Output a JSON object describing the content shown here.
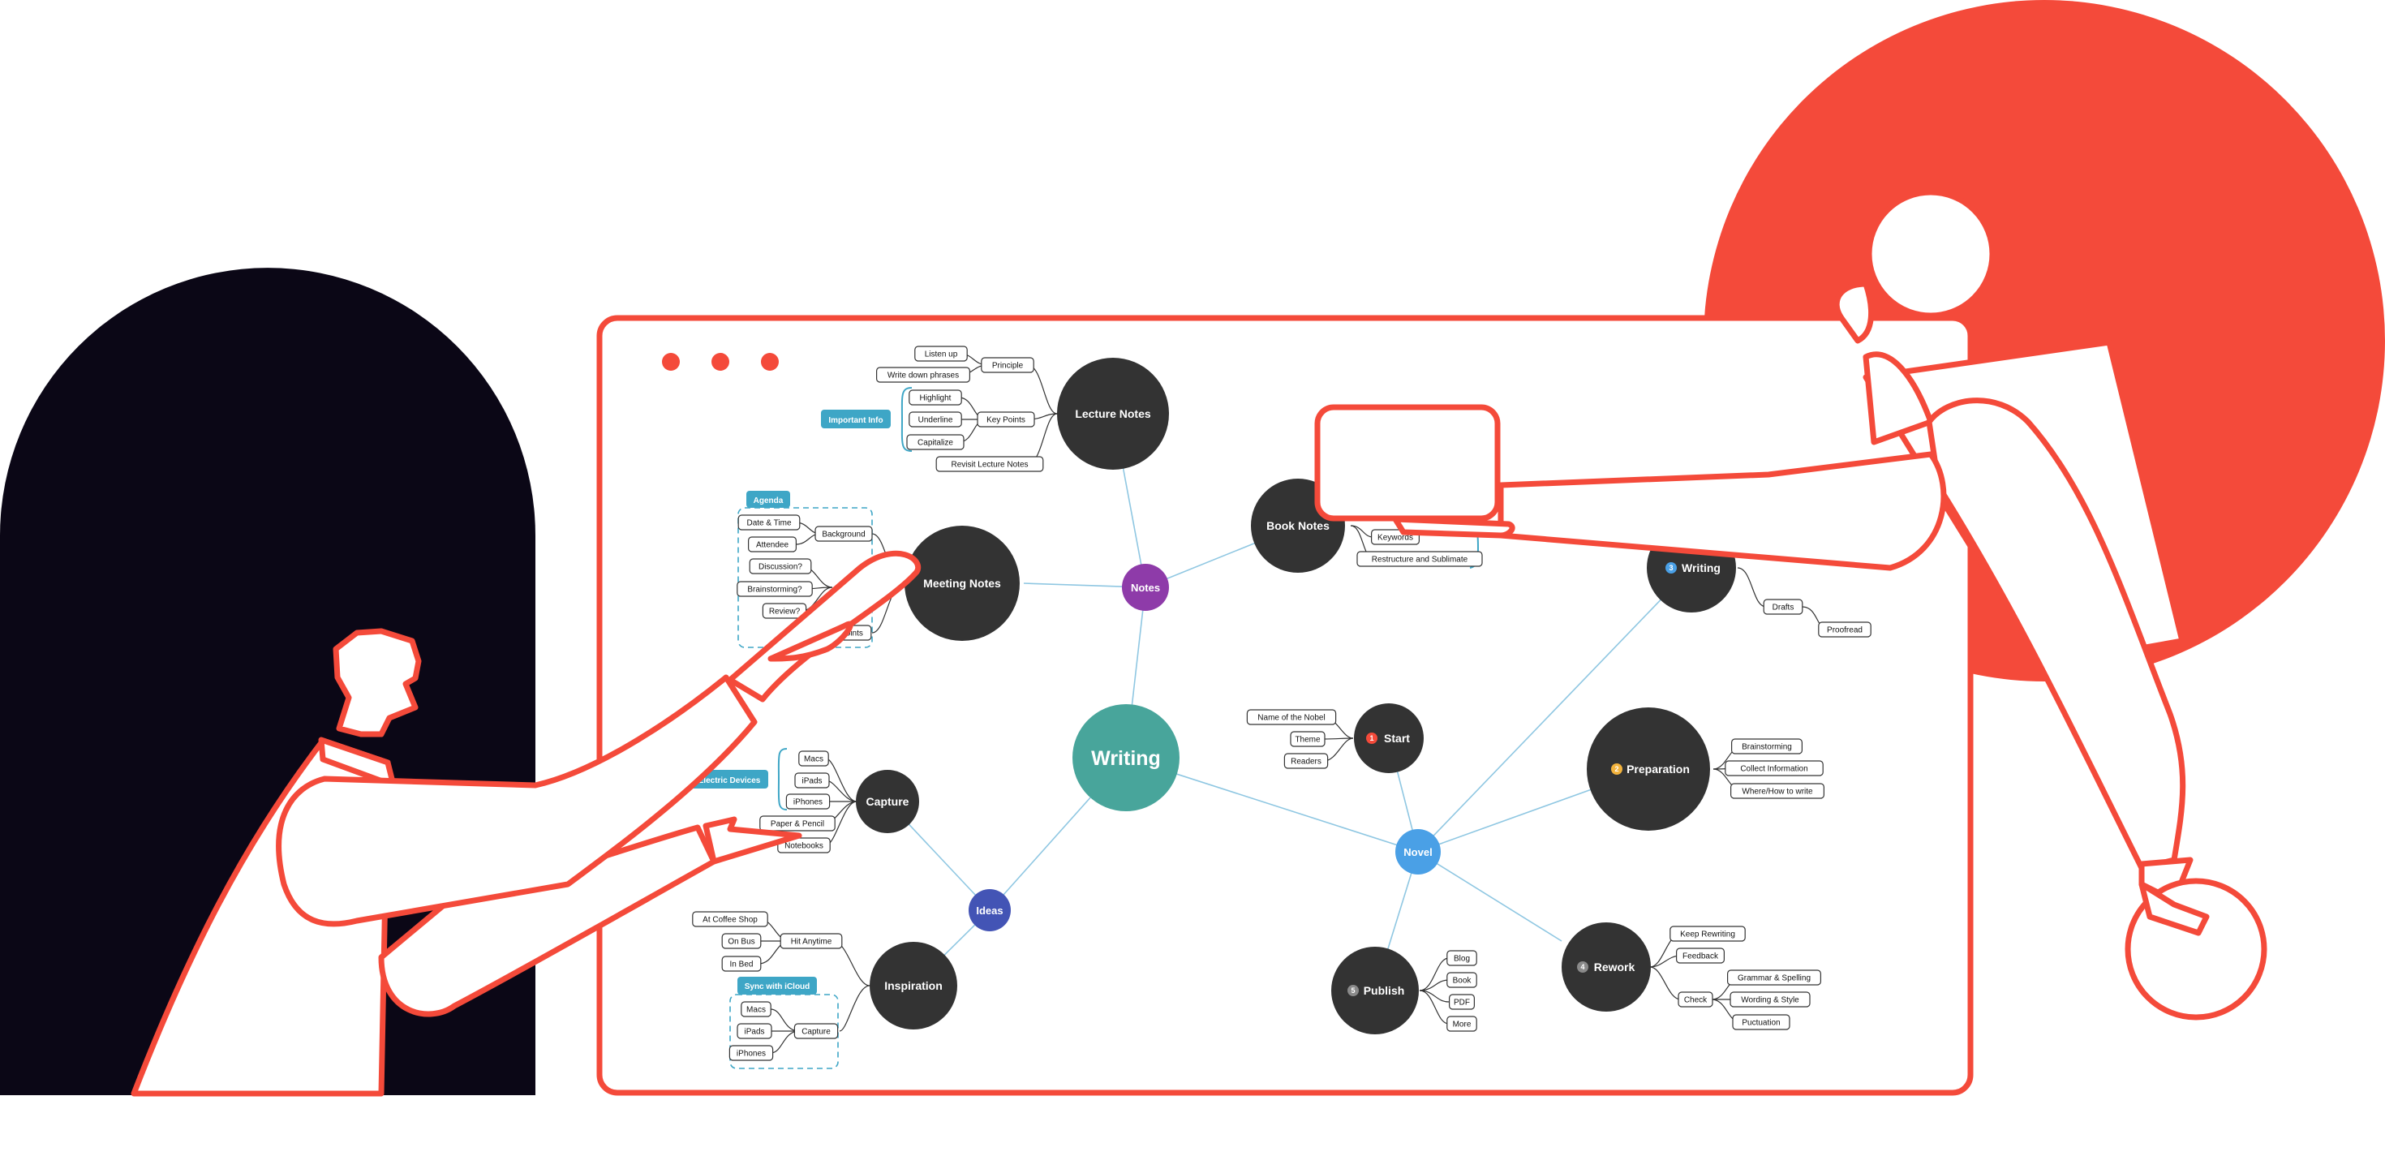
{
  "window": {
    "controls": [
      "close",
      "minimize",
      "maximize"
    ]
  },
  "colors": {
    "accent_red": "#F44A3A",
    "dark_shape": "#0B0716",
    "node_dark": "#333333",
    "writing": "#48A59B",
    "notes": "#8E3BA9",
    "ideas": "#4354B5",
    "novel": "#4AA0E6",
    "tag_teal": "#3EA6C6",
    "line_blue": "#8FC7E2",
    "line_dark": "#333333"
  },
  "mindmap": {
    "center": "Writing",
    "notes": "Notes",
    "ideas": "Ideas",
    "novel": "Novel",
    "lecture_notes": "Lecture Notes",
    "meeting_notes": "Meeting Notes",
    "book_notes": "Book Notes",
    "capture": "Capture",
    "inspiration": "Inspiration",
    "start": "Start",
    "preparation": "Preparation",
    "writing_branch": "Writing",
    "rework": "Rework",
    "publish": "Publish",
    "priority": {
      "start": "1",
      "preparation": "2",
      "writing": "3",
      "rework": "4",
      "publish": "5"
    },
    "lecture": {
      "principle": "Principle",
      "listen_up": "Listen up",
      "write_down": "Write down phrases",
      "key_points": "Key Points",
      "highlight": "Highlight",
      "underline": "Underline",
      "capitalize": "Capitalize",
      "revisit": "Revisit Lecture Notes",
      "tag": "Important Info"
    },
    "meeting": {
      "tag": "Agenda",
      "background": "Background",
      "date_time": "Date & Time",
      "attendee": "Attendee",
      "discussion": "Discussion?",
      "brainstorming": "Brainstorming?",
      "review": "Review?",
      "points": "Points"
    },
    "book": {
      "keywords": "Keywords",
      "restructure": "Restructure and Sublimate"
    },
    "capture_items": {
      "tag": "Electric Devices",
      "macs": "Macs",
      "ipads": "iPads",
      "iphones": "iPhones",
      "paper": "Paper & Pencil",
      "notebooks": "Notebooks"
    },
    "inspiration_items": {
      "hit": "Hit Anytime",
      "coffee": "At Coffee Shop",
      "bus": "On Bus",
      "bed": "In Bed",
      "tag": "Sync with iCloud",
      "capture": "Capture",
      "macs": "Macs",
      "ipads": "iPads",
      "iphones": "iPhones"
    },
    "start_items": {
      "name": "Name of the Nobel",
      "theme": "Theme",
      "readers": "Readers"
    },
    "preparation_items": {
      "brainstorming": "Brainstorming",
      "collect": "Collect Information",
      "where": "Where/How to write"
    },
    "writing_items": {
      "drafts": "Drafts",
      "proofread": "Proofread"
    },
    "rework_items": {
      "keep": "Keep Rewriting",
      "feedback": "Feedback",
      "check": "Check",
      "grammar": "Grammar & Spelling",
      "wording": "Wording & Style",
      "punctuation": "Puctuation"
    },
    "publish_items": {
      "blog": "Blog",
      "book": "Book",
      "pdf": "PDF",
      "more": "More"
    }
  }
}
